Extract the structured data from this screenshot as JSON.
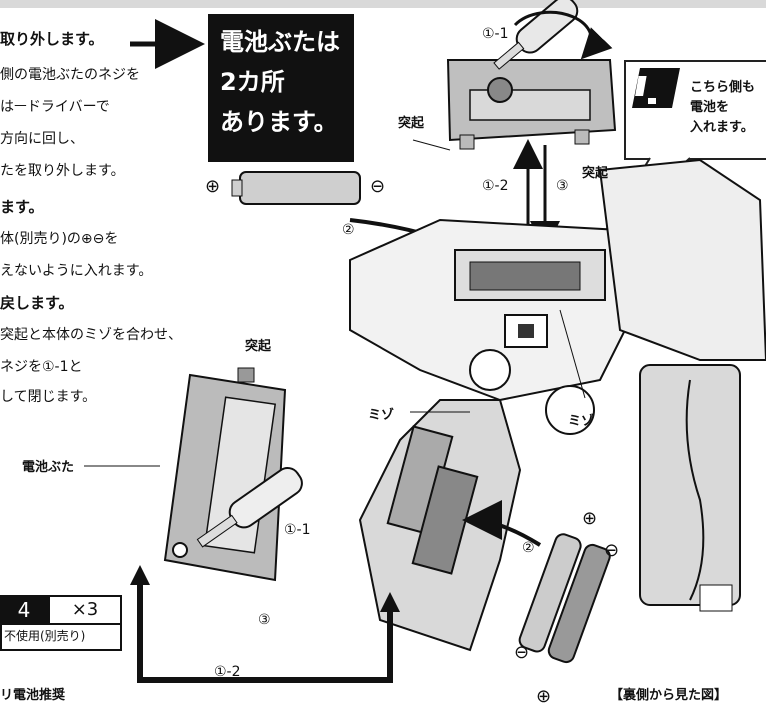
{
  "left_text": {
    "step1_title": "取り外します。",
    "step1_line1": "側の電池ぶたのネジを",
    "step1_line2": "はㅡドライバーで",
    "step1_line3": "方向に回し、",
    "step1_line4": "たを取り外します。",
    "step2_title": "ます。",
    "step2_line1": "体(別売り)の⊕⊖を",
    "step2_line2": "えないように入れます。",
    "step3_title": "戻します。",
    "step3_line1": "突起と本体のミゾを合わせ、",
    "step3_line2": "ネジを①-1と",
    "step3_line3": "して閉じます。"
  },
  "callout": {
    "line1": "電池ぶたは",
    "line2": "2カ所",
    "line3": "あります。"
  },
  "bubble": {
    "line1": "こちら側も",
    "line2": "電池を",
    "line3": "入れます。"
  },
  "labels": {
    "tokki_top": "突起",
    "tokki_right": "突起",
    "tokki_cover": "突起",
    "mizo_left": "ミゾ",
    "mizo_center": "ミゾ",
    "cover": "電池ぶた",
    "back_view": "【裏側から見た図】",
    "step_1_1_top": "①-1",
    "step_1_2_top": "①-2",
    "step_3_top": "③",
    "step_2_top": "②",
    "step_1_1_cover": "①-1",
    "step_3_bottom": "③",
    "step_1_2_bottom": "①-2",
    "step_2_bottom": "②",
    "plus": "⊕",
    "minus": "⊖"
  },
  "battery_box": {
    "size": "4",
    "count": "×3",
    "note": "不使用(別売り)",
    "recommend": "リ電池推奨"
  }
}
